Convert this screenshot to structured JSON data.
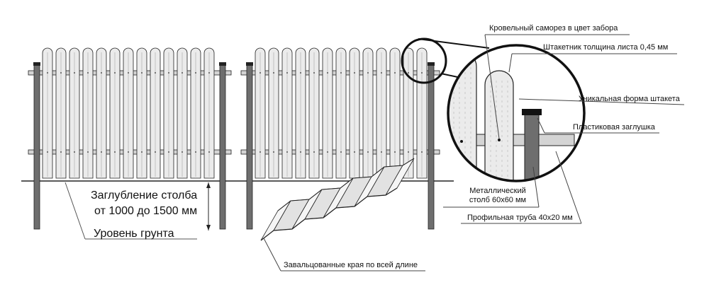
{
  "labels": {
    "screw": "Кровельный саморез в цвет забора",
    "thickness": "Штакетник толщина листа 0,45 мм",
    "shape": "Уникальная форма штакета",
    "cap": "Пластиковая заглушка",
    "post_line1": "Металлический",
    "post_line2": "столб 60х60 мм",
    "pipe": "Профильная труба 40х20 мм",
    "edges": "Завальцованные края по всей длине",
    "depth_line1": "Заглубление столба",
    "depth_line2": "от 1000 до 1500 мм",
    "ground": "Уровень грунта"
  },
  "colors": {
    "line": "#222222",
    "picket_fill": "#ebebeb",
    "picket_groove": "#c8c8c8",
    "post_fill": "#6e6e6e",
    "rail_fill": "#d4d4d4"
  },
  "icons": {
    "zoom": "magnifier-circle",
    "screw": "screw-dot"
  }
}
